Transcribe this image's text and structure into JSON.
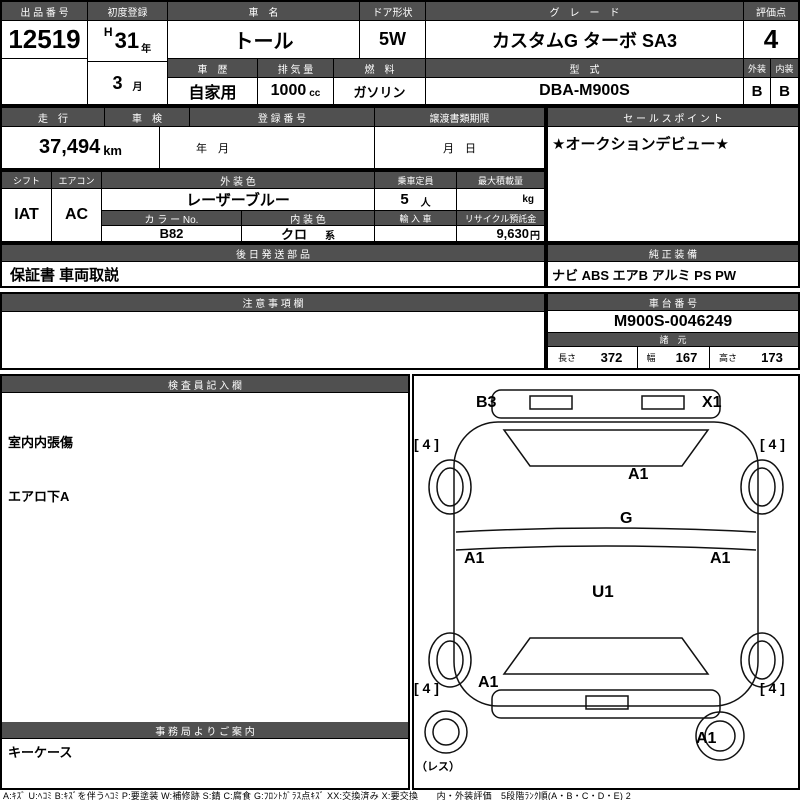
{
  "colors": {
    "header_bg": "#505050",
    "border": "#000000",
    "paper": "#ffffff"
  },
  "top": {
    "auction_no": {
      "label": "出 品 番 号",
      "value": "12519"
    },
    "first_reg": {
      "label": "初度登録",
      "era": "H",
      "year": "31",
      "year_unit": "年",
      "month": "3",
      "month_unit": "月"
    },
    "car_name": {
      "label": "車　名",
      "value": "トール"
    },
    "door": {
      "label": "ドア形状",
      "value": "5W"
    },
    "grade": {
      "label": "グ　レ　ー　ド",
      "value": "カスタムG ターボ SA3"
    },
    "score": {
      "label": "評価点",
      "value": "4"
    },
    "history": {
      "label": "車　歴",
      "value": "自家用"
    },
    "displacement": {
      "label": "排 気 量",
      "value": "1000",
      "unit": "cc"
    },
    "fuel": {
      "label": "燃　料",
      "value": "ガソリン"
    },
    "model_code": {
      "label": "型　式",
      "value": "DBA-M900S"
    },
    "exterior": {
      "label": "外装",
      "value": "B"
    },
    "interior": {
      "label": "内装",
      "value": "B"
    }
  },
  "status": {
    "mileage": {
      "label": "走　行",
      "value": "37,494",
      "unit": "km"
    },
    "inspection": {
      "label": "車　検",
      "value": "年　月"
    },
    "registration_no": {
      "label": "登 録 番 号",
      "value": ""
    },
    "transfer_deadline": {
      "label": "譲渡書類期限",
      "value": "月　日"
    },
    "sales_point": {
      "label": "セ ー ル ス ポ イ ン ト",
      "value": "★オークションデビュー★"
    },
    "shift": {
      "label": "シフト",
      "value": "IAT"
    },
    "aircon": {
      "label": "エアコン",
      "value": "AC"
    },
    "exterior_color": {
      "label": "外 装 色",
      "value": "レーザーブルー"
    },
    "capacity": {
      "label": "乗車定員",
      "value": "5",
      "unit": "人"
    },
    "max_load": {
      "label": "最大積載量",
      "value": "",
      "unit": "kg"
    },
    "color_no": {
      "label": "カ ラ ー No.",
      "value": "B82"
    },
    "interior_color": {
      "label": "内 装 色",
      "value": "クロ",
      "unit": "系"
    },
    "imported": {
      "label": "輸 入 車",
      "value": ""
    },
    "recycle_deposit": {
      "label": "リサイクル預託金",
      "value": "9,630",
      "unit": "円"
    }
  },
  "shipping": {
    "label": "後 日 発 送 部 品",
    "value": "保証書 車両取説"
  },
  "equipment": {
    "label": "純 正 装 備",
    "value": "ナビ ABS エアB アルミ PS PW"
  },
  "notes": {
    "label": "注 意 事 項 欄",
    "value": ""
  },
  "chassis": {
    "label": "車 台 番 号",
    "value": "M900S-0046249"
  },
  "dimensions": {
    "label": "諸　元",
    "length_label": "長さ",
    "length": "372",
    "width_label": "幅",
    "width": "167",
    "height_label": "高さ",
    "height": "173"
  },
  "inspector": {
    "label": "検 査 員 記 入 欄",
    "line1": "室内内張傷",
    "line2": "エアロ下A"
  },
  "office_note": {
    "label": "事 務 局 よ り ご 案 内",
    "value": "キーケース"
  },
  "diagram": {
    "marks": {
      "rear_left": "B3",
      "rear_right": "X1",
      "tire_front_left": "[ 4 ]",
      "tire_front_right": "[ 4 ]",
      "tire_rear_left": "[ 4 ]",
      "tire_rear_right": "[ 4 ]",
      "panel_upper": "A1",
      "glass": "G",
      "side_left": "A1",
      "side_right": "A1",
      "roof_center": "U1",
      "lower_left": "A1",
      "lower_right": "A1",
      "spare": "（レス）"
    }
  },
  "footer": {
    "legend": "A:ｷｽﾞ U:ﾍｺﾐ B:ｷｽﾞを伴うﾍｺﾐ P:要塗装 W:補修跡 S:錆 C:腐食 G:ﾌﾛﾝﾄｶﾞﾗｽ点ｷｽﾞ XX:交換済み X:要交換　　内・外装評価　5段階ﾗﾝｸ順(A・B・C・D・E) 2"
  }
}
